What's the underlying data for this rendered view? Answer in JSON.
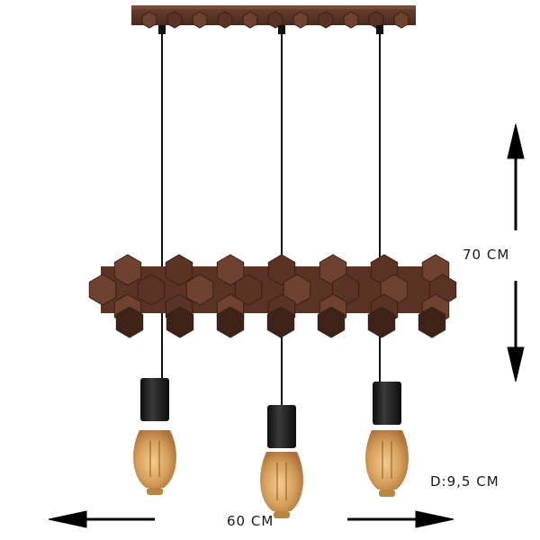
{
  "product": {
    "height_label": "70 CM",
    "width_label": "60 CM",
    "diameter_label": "D:9,5 CM"
  },
  "colors": {
    "wood": "#5a3325",
    "wood_dark": "#3f2218",
    "wood_light": "#6e4130",
    "socket": "#1c1c1c",
    "bulb_glass": "#d9a35a",
    "cord": "#111111",
    "arrow": "#000000"
  }
}
